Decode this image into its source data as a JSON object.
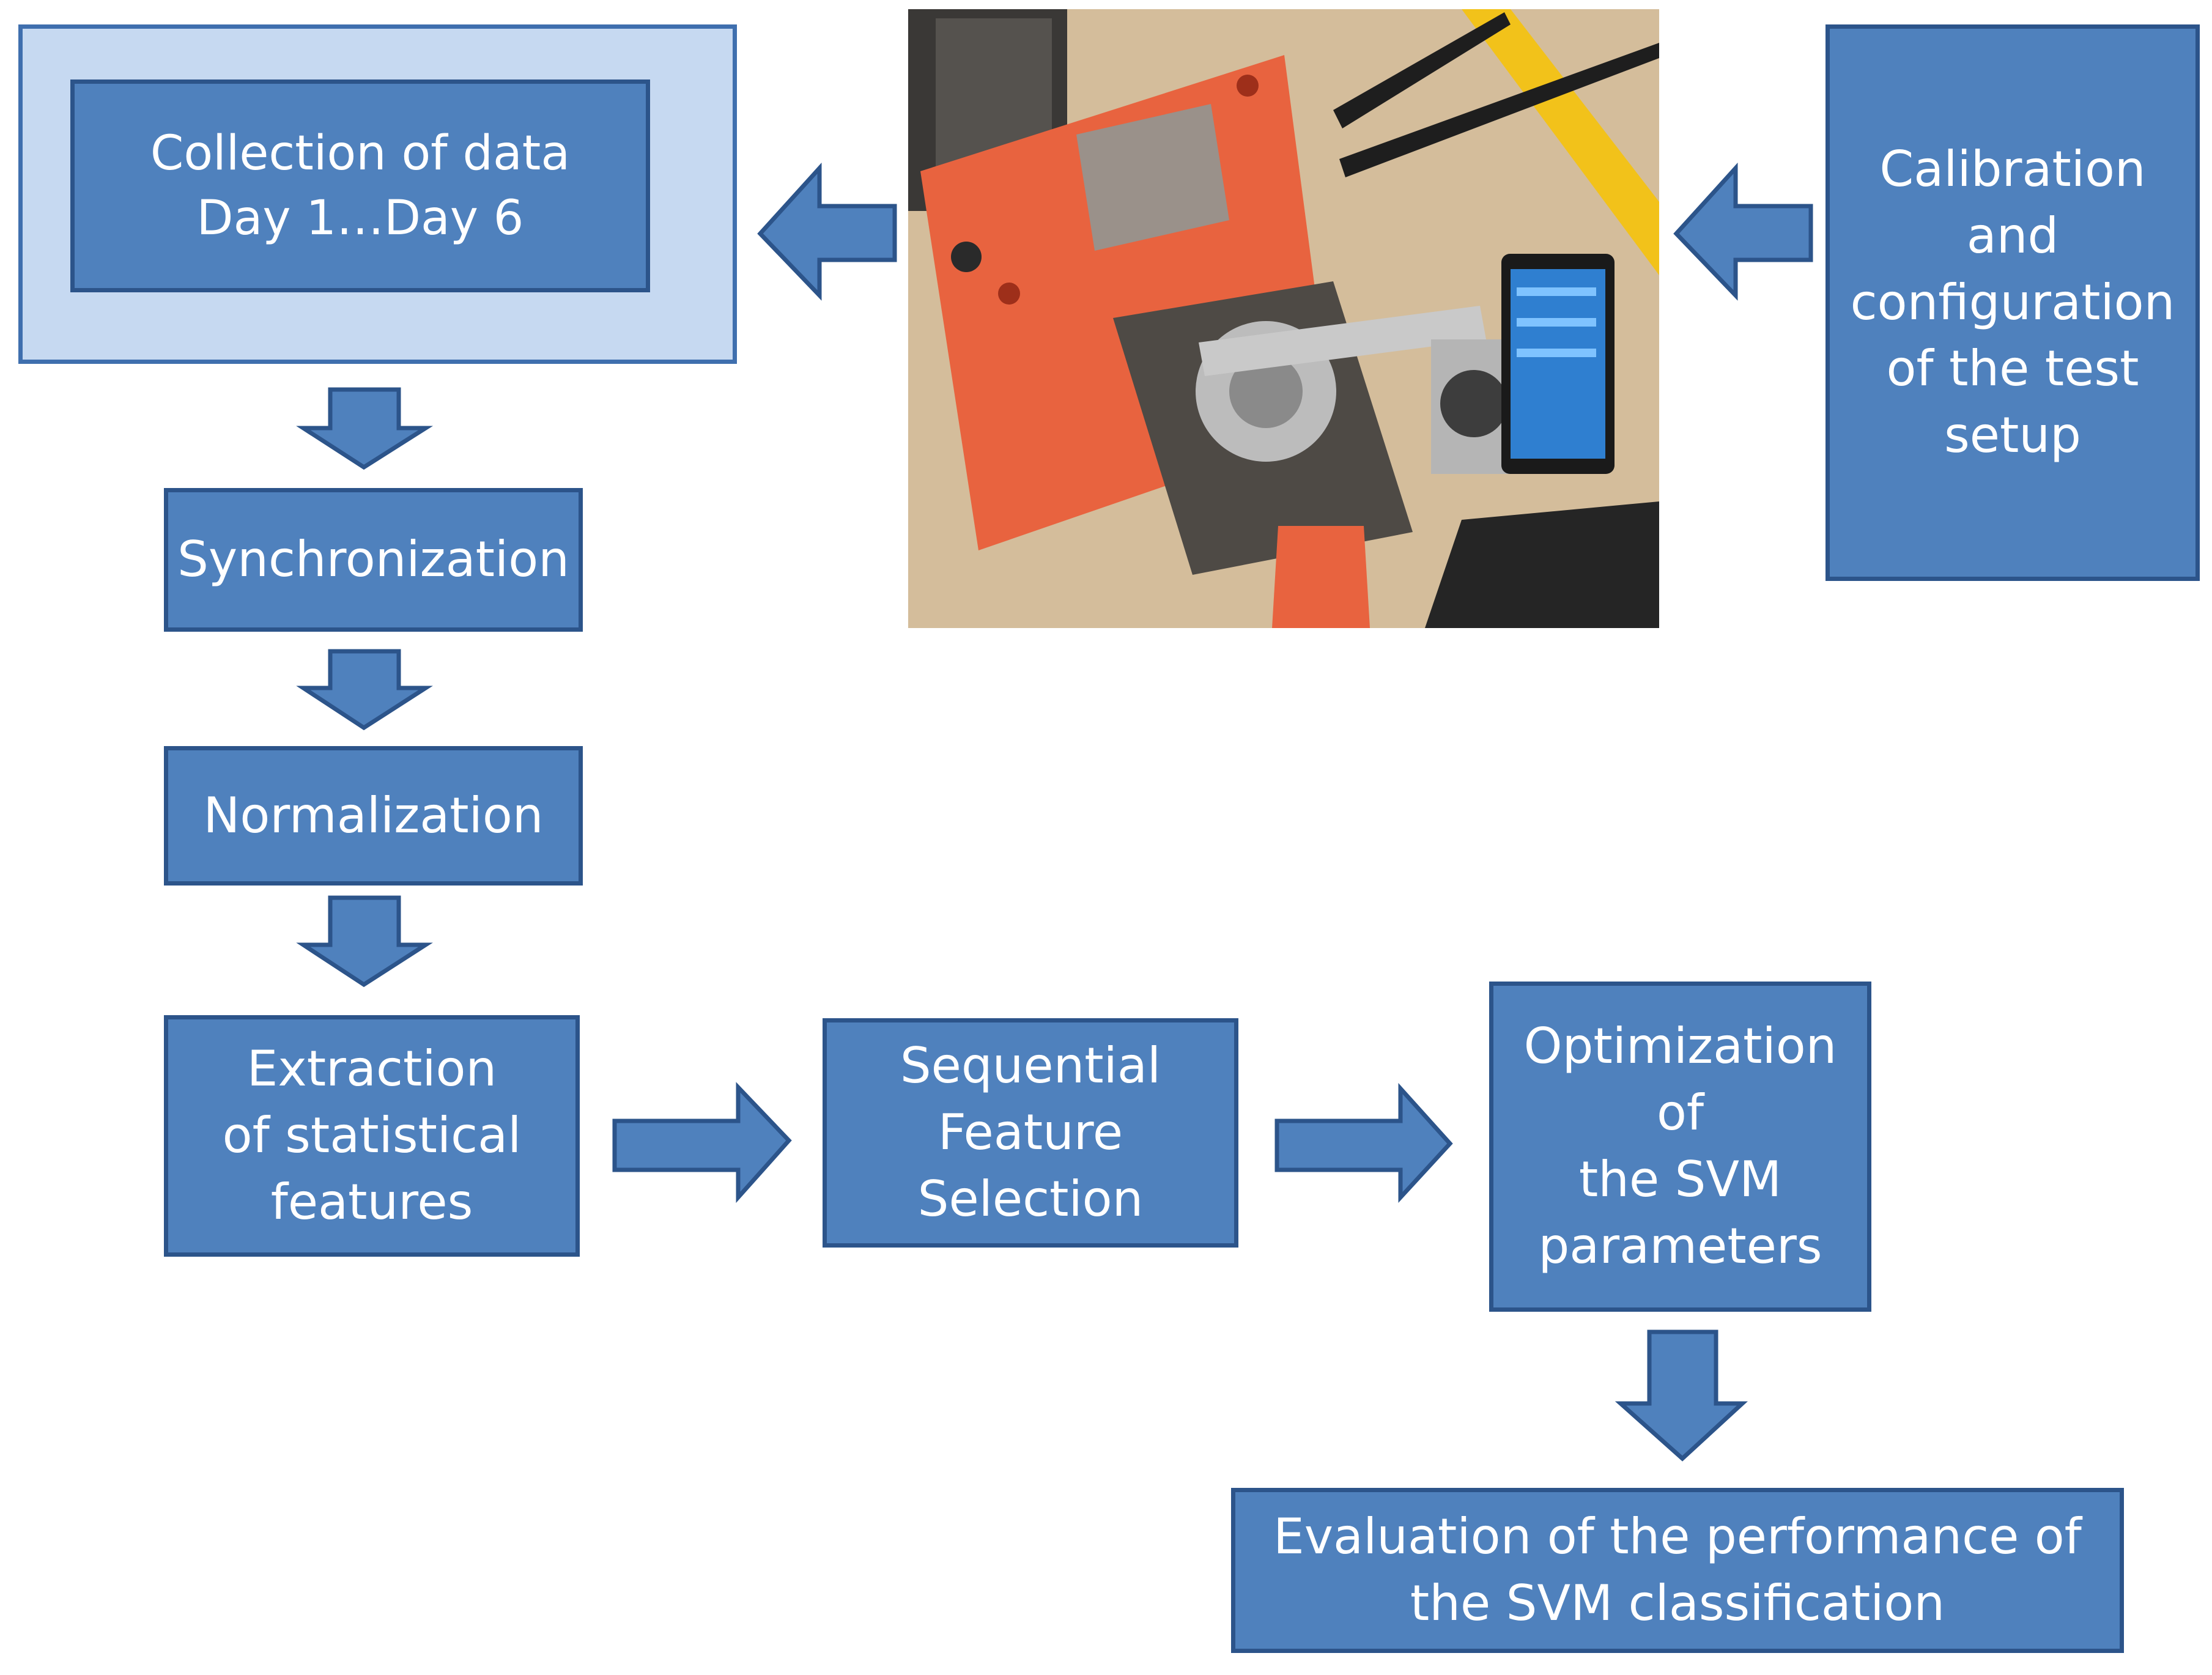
{
  "steps": {
    "collection": {
      "line1": "Collection of data",
      "line2": "Day 1…Day 6"
    },
    "calibration": {
      "line1": "Calibration",
      "line2": "and",
      "line3": "configuration",
      "line4": "of the test",
      "line5": "setup"
    },
    "synchronization": {
      "label": "Synchronization"
    },
    "normalization": {
      "label": "Normalization"
    },
    "extraction": {
      "line1": "Extraction",
      "line2": "of statistical",
      "line3": "features"
    },
    "selection": {
      "line1": "Sequential",
      "line2": "Feature",
      "line3": "Selection"
    },
    "optimization": {
      "line1": "Optimization",
      "line2": "of",
      "line3": "the SVM",
      "line4": "parameters"
    },
    "evaluation": {
      "line1": "Evaluation of the performance of",
      "line2": "the SVM classification"
    }
  },
  "colors": {
    "box_fill": "#4f81bd",
    "box_border": "#2c548a",
    "outer_fill": "#c6d9f1",
    "text": "#ffffff"
  }
}
